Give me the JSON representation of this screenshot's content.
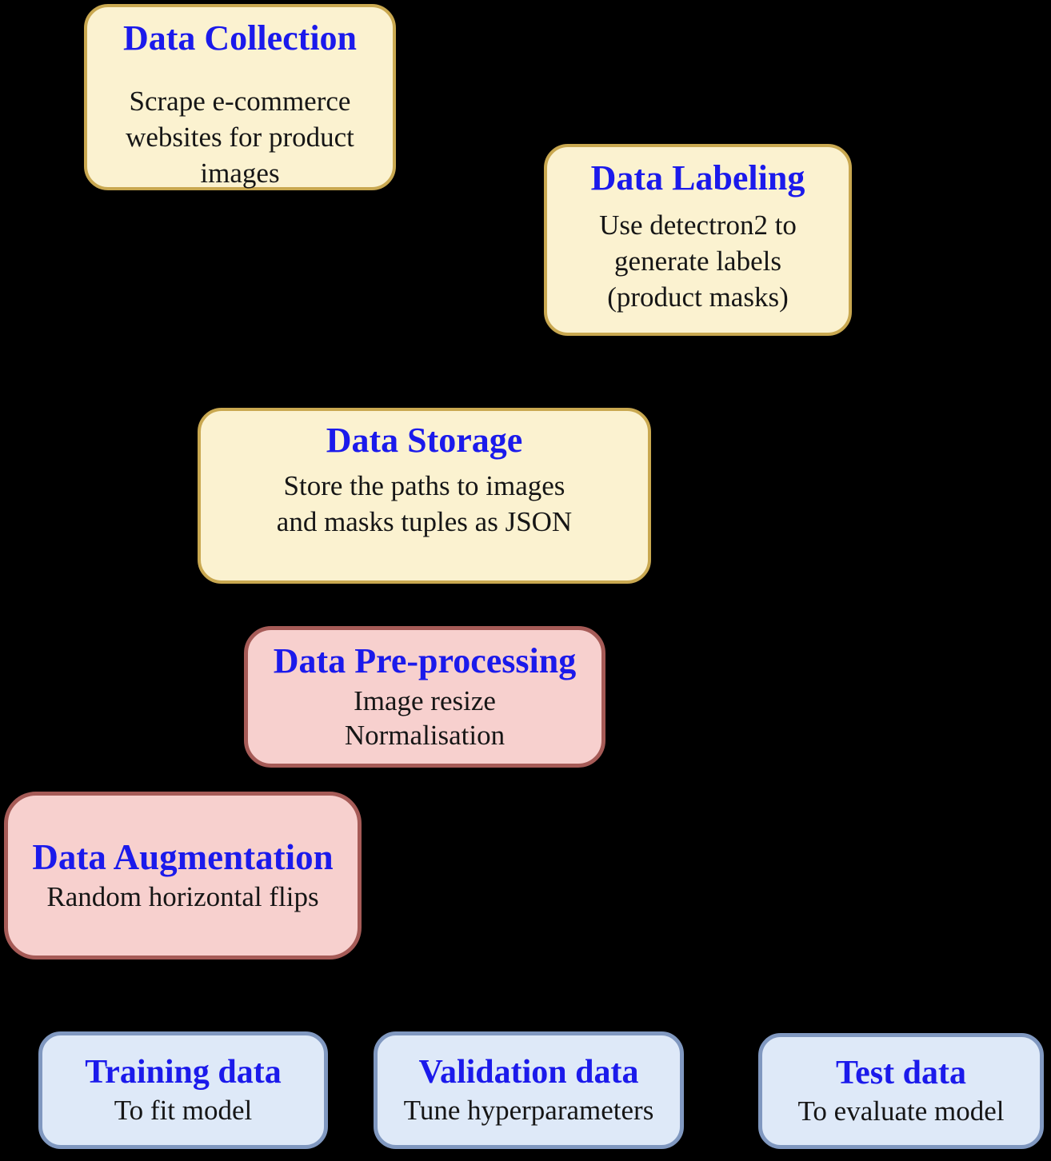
{
  "diagram": {
    "background": "#000000",
    "styles": {
      "heading_color": "#1B1AEB",
      "body_color": "#161616",
      "yellow_fill": "#FBF2D0",
      "yellow_border": "#C9A850",
      "pink_fill": "#F7D0CE",
      "pink_border": "#A65B57",
      "blue_fill": "#DEE9F8",
      "blue_border": "#8098C0"
    },
    "nodes": [
      {
        "id": "data-collection",
        "title": "Data Collection",
        "body": [
          "Scrape e-commerce",
          "websites for product",
          "images"
        ]
      },
      {
        "id": "data-labeling",
        "title": "Data Labeling",
        "body": [
          "Use detectron2 to",
          "generate labels",
          "(product masks)"
        ]
      },
      {
        "id": "data-storage",
        "title": "Data Storage",
        "body": [
          "Store the paths to images",
          "and masks tuples as JSON"
        ]
      },
      {
        "id": "data-preprocessing",
        "title": "Data Pre-processing",
        "body": [
          "Image resize",
          "Normalisation"
        ]
      },
      {
        "id": "data-augmentation",
        "title": "Data Augmentation",
        "body": [
          "Random horizontal flips"
        ]
      },
      {
        "id": "training-data",
        "title": "Training data",
        "body": [
          "To fit model"
        ]
      },
      {
        "id": "validation-data",
        "title": "Validation data",
        "body": [
          "Tune hyperparameters"
        ]
      },
      {
        "id": "test-data",
        "title": "Test data",
        "body": [
          "To evaluate model"
        ]
      }
    ]
  }
}
